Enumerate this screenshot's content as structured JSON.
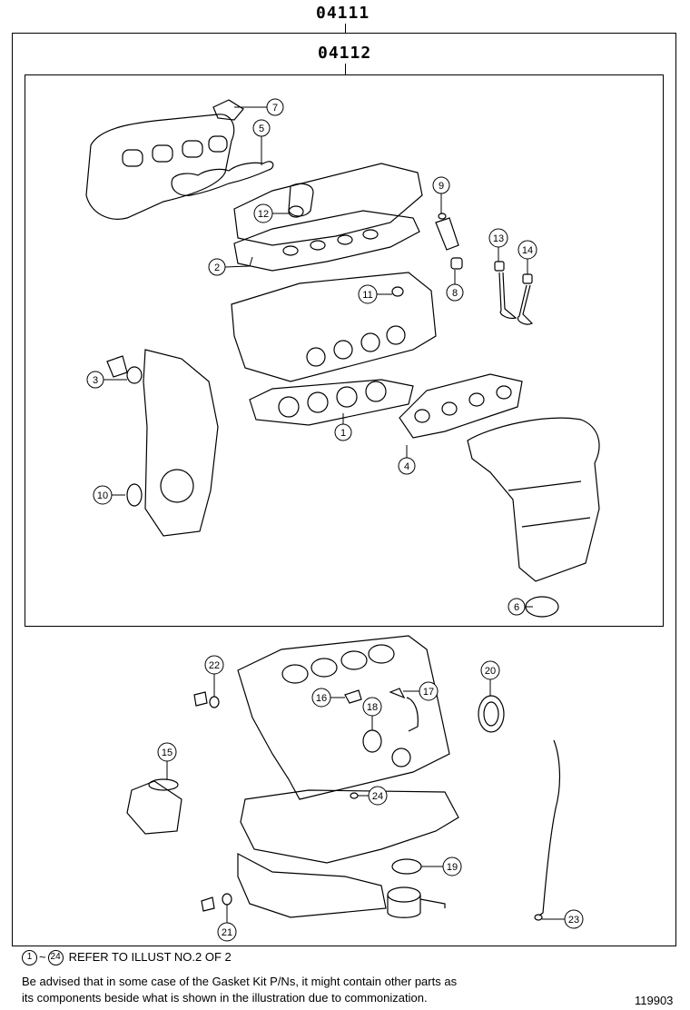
{
  "header": {
    "outer_kit": "04111",
    "inner_kit": "04112"
  },
  "callouts": [
    "1",
    "2",
    "3",
    "4",
    "5",
    "6",
    "7",
    "8",
    "9",
    "10",
    "11",
    "12",
    "13",
    "14",
    "15",
    "16",
    "17",
    "18",
    "19",
    "20",
    "21",
    "22",
    "23",
    "24"
  ],
  "footer": {
    "refer_start": "1",
    "refer_tilde": "~",
    "refer_end": "24",
    "refer_text": "REFER TO ILLUST NO.2 OF 2",
    "note_line1": "Be advised that in some case of the Gasket Kit P/Ns,  it might contain other parts as",
    "note_line2": "its components beside what is shown in the illustration due to commonization.",
    "illustration_no": "119903"
  }
}
